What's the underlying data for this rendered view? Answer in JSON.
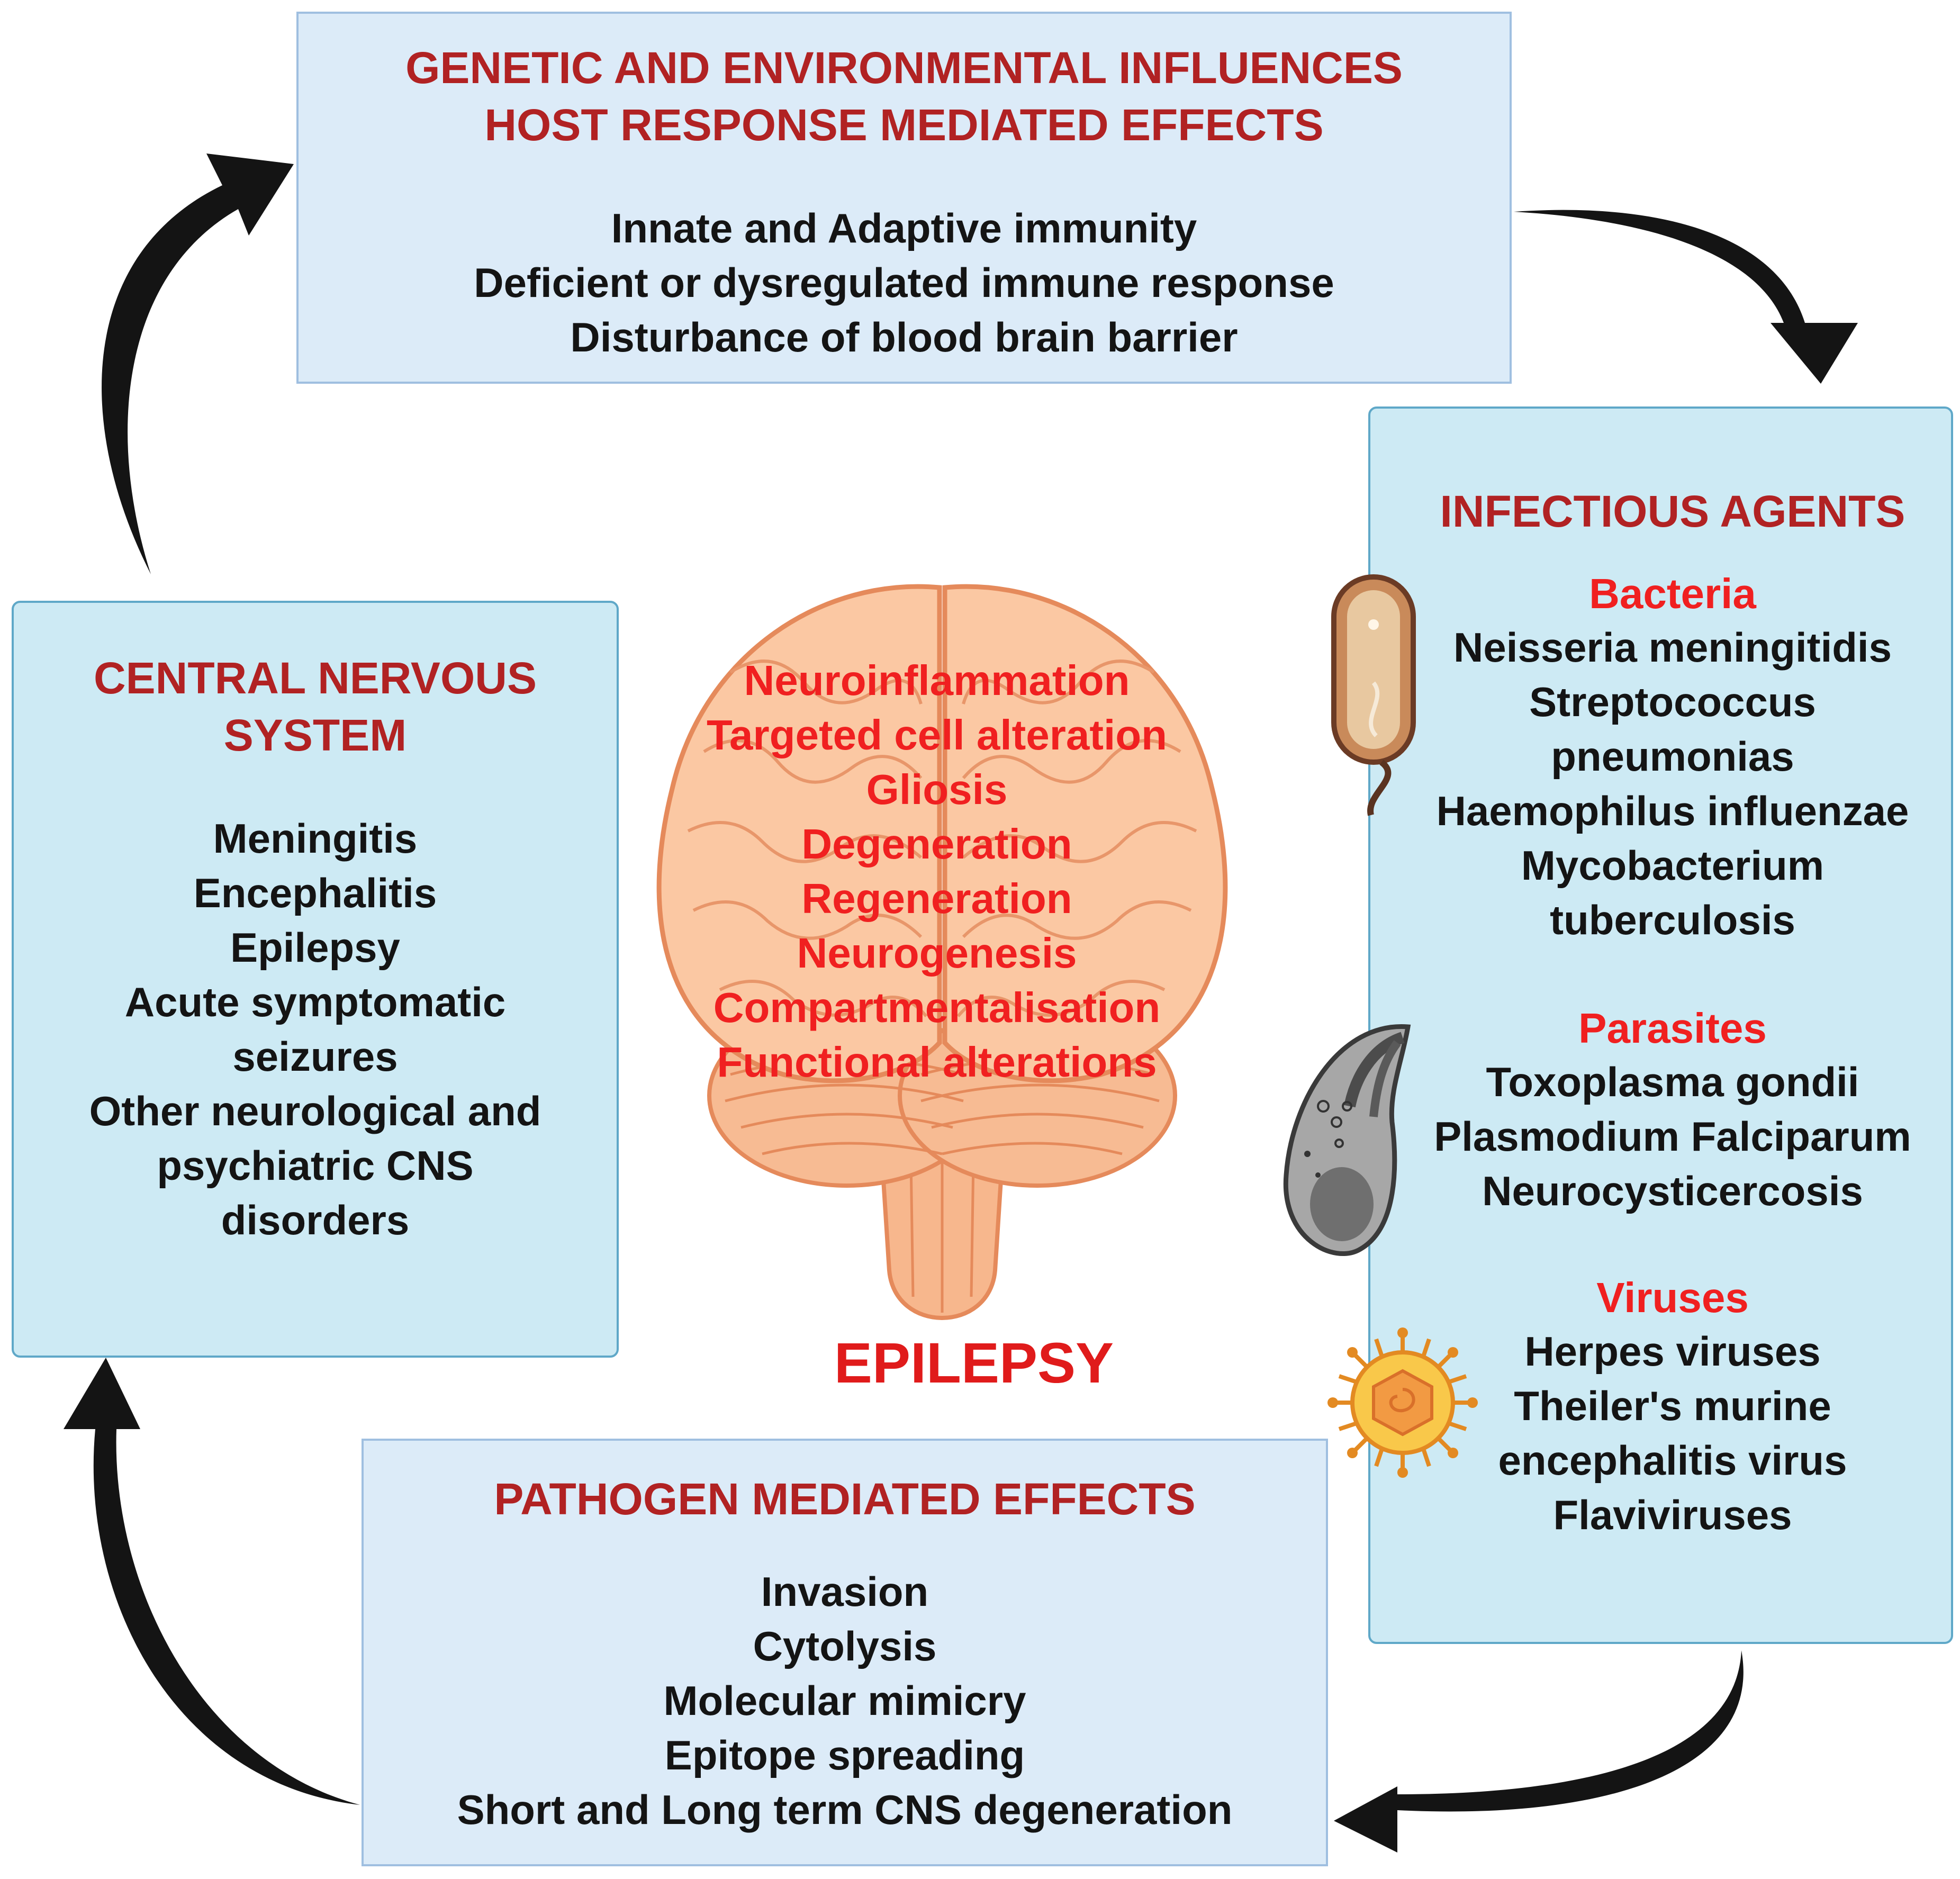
{
  "top_box": {
    "heading": [
      "GENETIC AND ENVIRONMENTAL INFLUENCES",
      "HOST RESPONSE MEDIATED EFFECTS"
    ],
    "items": [
      "Innate and Adaptive immunity",
      "Deficient or dysregulated immune response",
      "Disturbance of blood brain barrier"
    ]
  },
  "right_box": {
    "heading": "INFECTIOUS AGENTS",
    "groups": [
      {
        "title": "Bacteria",
        "items": [
          "Neisseria meningitidis",
          "Streptococcus",
          "pneumonias",
          "Haemophilus influenzae",
          "Mycobacterium",
          "tuberculosis"
        ]
      },
      {
        "title": "Parasites",
        "items": [
          "Toxoplasma gondii",
          "Plasmodium Falciparum",
          "Neurocysticercosis"
        ]
      },
      {
        "title": "Viruses",
        "items": [
          "Herpes viruses",
          "Theiler's murine",
          "encephalitis virus",
          "Flaviviruses"
        ]
      }
    ]
  },
  "left_box": {
    "heading": [
      "CENTRAL NERVOUS",
      "SYSTEM"
    ],
    "items": [
      "Meningitis",
      "Encephalitis",
      "Epilepsy",
      "Acute symptomatic",
      "seizures",
      "Other neurological and",
      "psychiatric CNS",
      "disorders"
    ]
  },
  "bottom_box": {
    "heading": "PATHOGEN MEDIATED EFFECTS",
    "items": [
      "Invasion",
      "Cytolysis",
      "Molecular mimicry",
      "Epitope spreading",
      "Short and Long term CNS degeneration"
    ]
  },
  "brain": {
    "effects": [
      "Neuroinflammation",
      "Targeted cell alteration",
      "Gliosis",
      "Degeneration",
      "Regeneration",
      "Neurogenesis",
      "Compartmentalisation",
      "Functional alterations"
    ],
    "label": "EPILEPSY"
  },
  "icons": [
    "bacterium-icon",
    "parasite-icon",
    "virus-icon",
    "brain-illustration"
  ],
  "colors": {
    "heading": "#b12223",
    "accent_red": "#f02020",
    "box_fill": "#cdeaf4",
    "arrow": "#141414"
  }
}
